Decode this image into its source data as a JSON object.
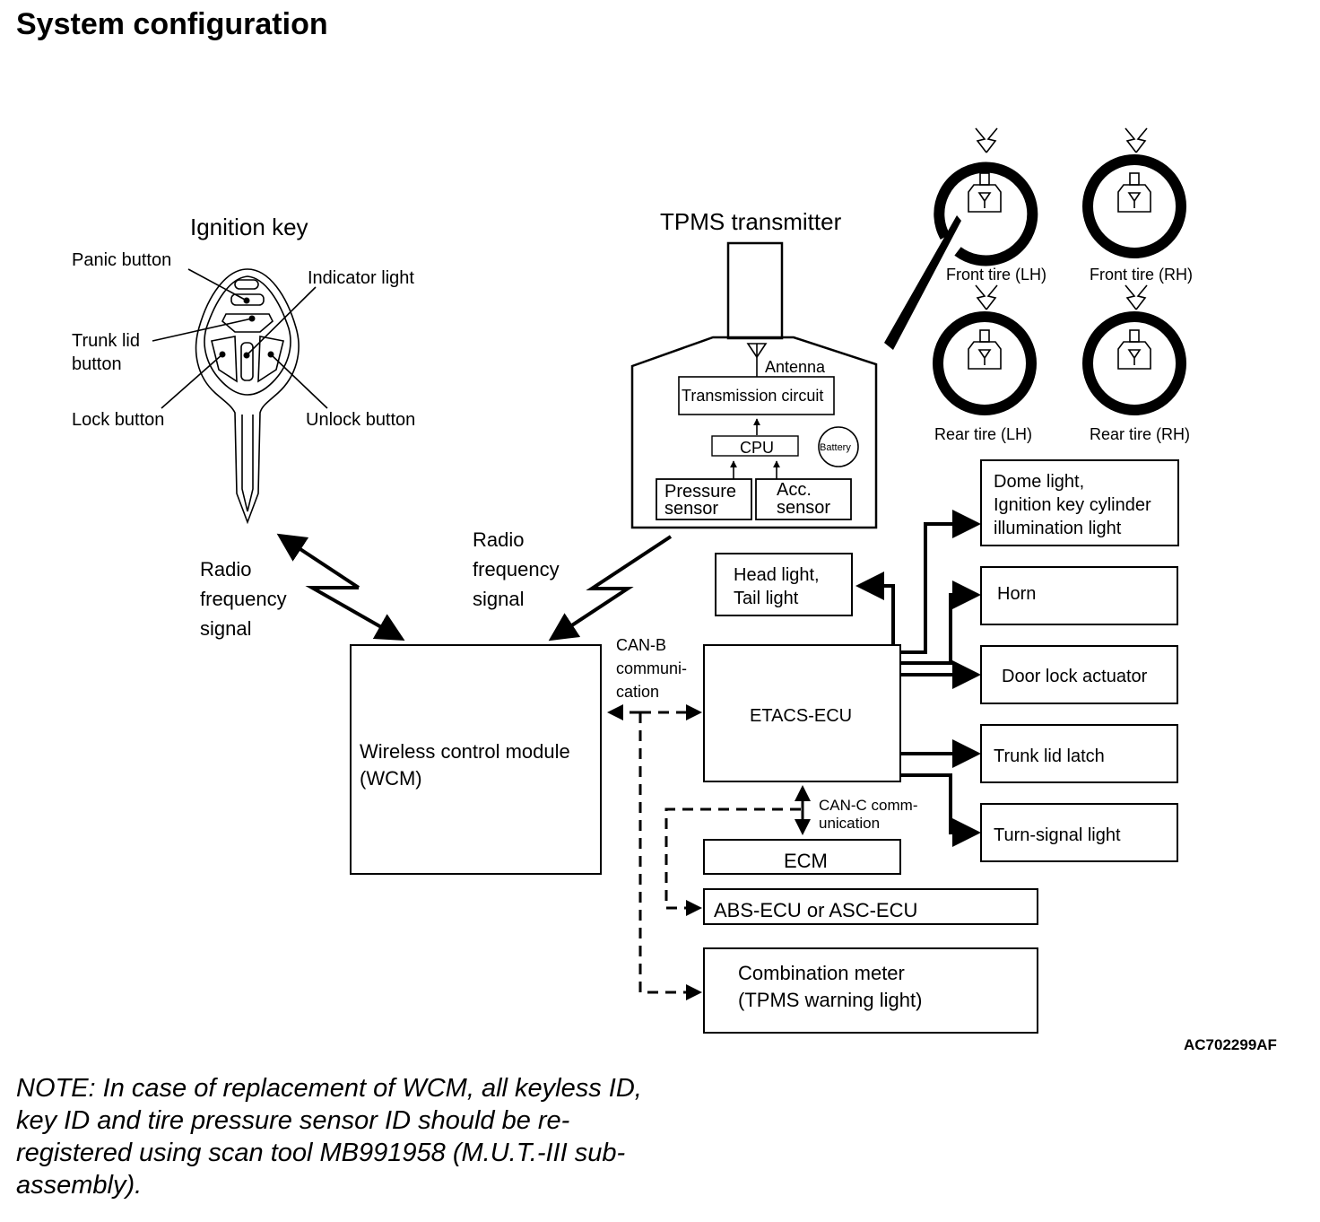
{
  "title": "System configuration",
  "ignition_key": {
    "heading": "Ignition key",
    "labels": {
      "panic": "Panic button",
      "trunk_line1": "Trunk lid",
      "trunk_line2": "button",
      "indicator": "Indicator light",
      "lock": "Lock button",
      "unlock": "Unlock button"
    }
  },
  "tpms_transmitter": {
    "heading": "TPMS transmitter",
    "antenna": "Antenna",
    "transmission_circuit": "Transmission circuit",
    "cpu": "CPU",
    "battery": "Battery",
    "pressure_sensor": [
      "Pressure",
      "sensor"
    ],
    "acc_sensor": [
      "Acc.",
      "sensor"
    ]
  },
  "tires": {
    "front_lh": "Front tire (LH)",
    "front_rh": "Front tire (RH)",
    "rear_lh": "Rear tire (LH)",
    "rear_rh": "Rear tire (RH)"
  },
  "signals": {
    "rf_left": [
      "Radio",
      "frequency",
      "signal"
    ],
    "rf_right": [
      "Radio",
      "frequency",
      "signal"
    ],
    "can_b": [
      "CAN-B",
      "communi-",
      "cation"
    ],
    "can_c": [
      "CAN-C comm-",
      "unication"
    ]
  },
  "modules": {
    "wcm": [
      "Wireless control module",
      "(WCM)"
    ],
    "etacs": "ETACS-ECU",
    "ecm": "ECM",
    "abs": "ABS-ECU or ASC-ECU",
    "combination_meter": [
      "Combination meter",
      "(TPMS warning light)"
    ],
    "head_light": [
      "Head light,",
      "Tail light"
    ],
    "dome_light": [
      "Dome light,",
      "Ignition key cylinder",
      "illumination light"
    ],
    "horn": "Horn",
    "door_lock": "Door lock actuator",
    "trunk_latch": "Trunk lid latch",
    "turn_signal": "Turn-signal light"
  },
  "figure_id": "AC702299AF",
  "note": "NOTE: In case of replacement of WCM, all keyless ID, key ID and tire pressure sensor ID should be re-registered using scan tool MB991958 (M.U.T.-III sub-assembly)."
}
